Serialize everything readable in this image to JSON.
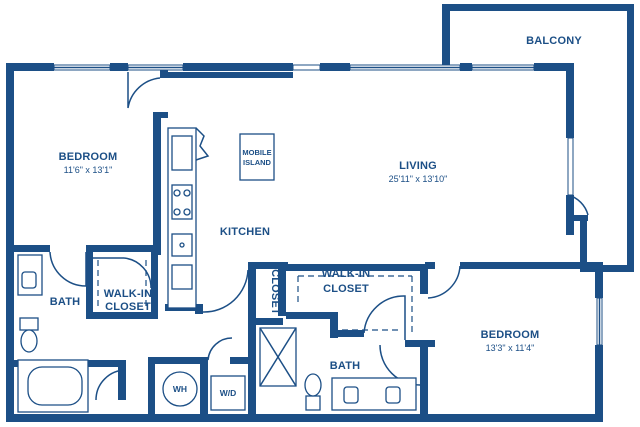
{
  "floor_plan": {
    "rooms": {
      "balcony": {
        "name": "BALCONY"
      },
      "bedroom_1": {
        "name": "BEDROOM",
        "dimensions": "11'6\" x 13'1\""
      },
      "living": {
        "name": "LIVING",
        "dimensions": "25'11\" x 13'10\""
      },
      "kitchen": {
        "name": "KITCHEN"
      },
      "mobile_island": {
        "line1": "MOBILE",
        "line2": "ISLAND"
      },
      "bath_1": {
        "name": "BATH"
      },
      "walk_in_closet_1": {
        "line1": "WALK-IN",
        "line2": "CLOSET"
      },
      "closet": {
        "name": "CLOSET"
      },
      "walk_in_closet_2": {
        "line1": "WALK-IN",
        "line2": "CLOSET"
      },
      "bedroom_2": {
        "name": "BEDROOM",
        "dimensions": "13'3\" x 11'4\""
      },
      "bath_2": {
        "name": "BATH"
      },
      "water_heater": {
        "name": "WH"
      },
      "washer_dryer": {
        "name": "W/D"
      }
    },
    "colors": {
      "wall": "#1c4f86",
      "background": "#ffffff"
    }
  }
}
